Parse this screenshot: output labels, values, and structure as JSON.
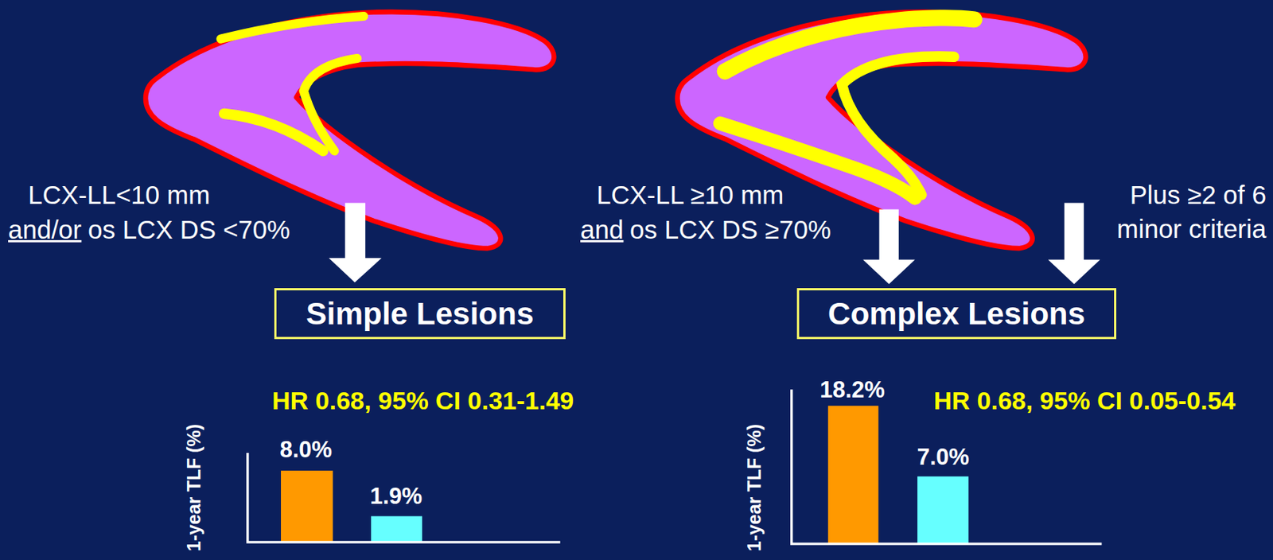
{
  "diagram": {
    "nodes": [
      {
        "text": [
          "Simple Lesions"
        ]
      },
      {
        "text": [
          "Complex Lesions"
        ]
      }
    ],
    "labels": [
      "LCX-LL<10 mm",
      "and/or",
      "os LCX DS <70%",
      "LCX-LL ≥10 mm",
      "and",
      "os LCX DS ≥70%",
      "Plus ≥2 of 6 minor criteria",
      "1-year TLF (%)",
      "HR 0.68, 95% CI 0.31-1.49",
      "8.0%",
      "1.9%",
      "1-year TLF (%)",
      "18.2%",
      "HR 0.68, 95% CI 0.05-0.54",
      "7.0%"
    ]
  }
}
